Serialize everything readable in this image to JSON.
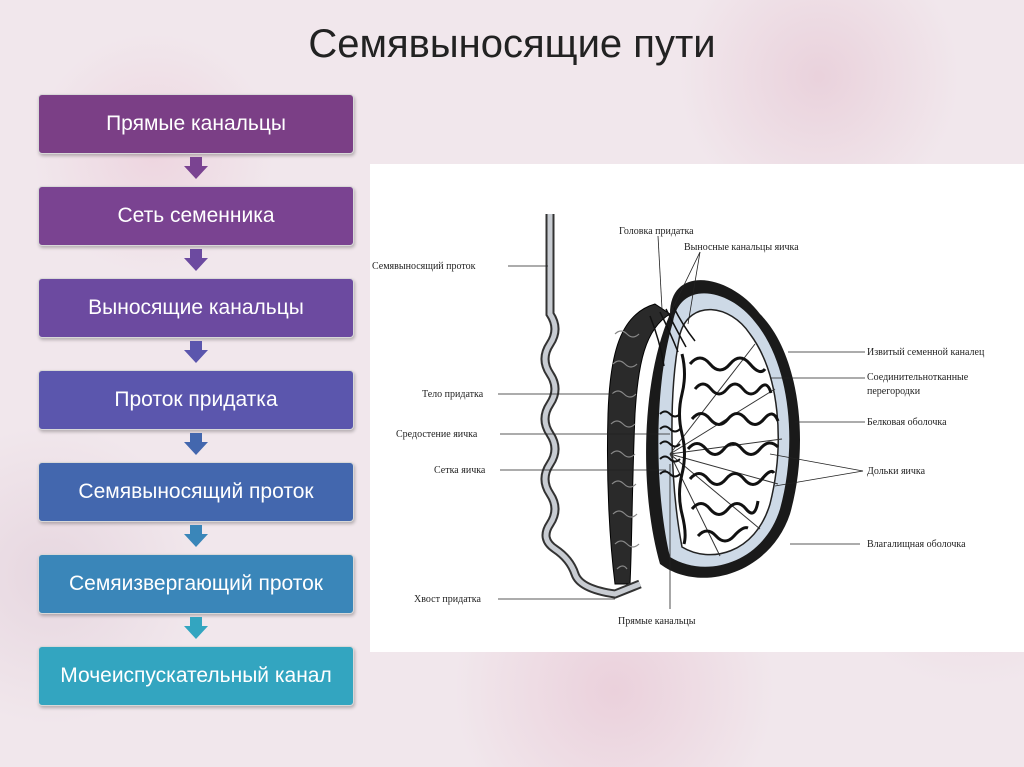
{
  "title": "Семявыносящие пути",
  "flow": {
    "steps": [
      {
        "label": "Прямые канальцы",
        "color": "#7b3f86"
      },
      {
        "label": "Сеть семенника",
        "color": "#7a4391"
      },
      {
        "label": "Выносящие канальцы",
        "color": "#6c4aa0"
      },
      {
        "label": "Проток придатка",
        "color": "#5b56ad"
      },
      {
        "label": "Семявыносящий проток",
        "color": "#4367ae"
      },
      {
        "label": "Семяизвергающий проток",
        "color": "#3a86b9"
      },
      {
        "label": "Мочеиспускательный канал",
        "color": "#33a5c0"
      }
    ]
  },
  "diagram": {
    "labels": {
      "golovka": "Головка придатка",
      "vynosnye": "Выносные канальцы яичка",
      "semyavynos": "Семявыносящий проток",
      "izvity": "Извитый семенной каналец",
      "soedinit_1": "Соединительнотканные",
      "soedinit_2": "перегородки",
      "telo": "Тело придатка",
      "belkovaya": "Белковая оболочка",
      "sredostenie": "Средостение яичка",
      "setka": "Сетка яичка",
      "dolki": "Дольки яичка",
      "vlagal": "Влагалищная оболочка",
      "hvost": "Хвост придатка",
      "pryamye": "Прямые канальцы"
    }
  }
}
